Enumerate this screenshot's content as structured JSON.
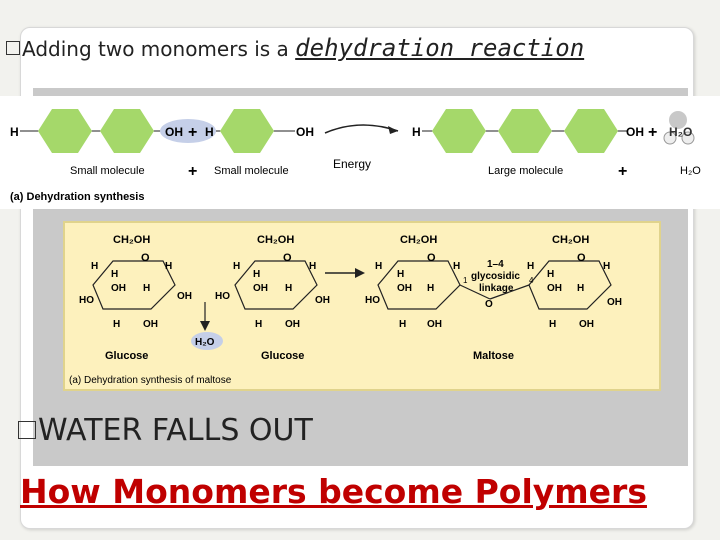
{
  "bullet1": {
    "marker": "",
    "text": "Adding two monomers is a ",
    "emphasis": "dehydration reaction"
  },
  "fig1": {
    "H": "H",
    "OH": "OH",
    "plus": "+",
    "H2O": "H₂O",
    "energy": "Energy",
    "small1": "Small molecule",
    "small2": "Small molecule",
    "large": "Large molecule",
    "caption": "(a) Dehydration synthesis"
  },
  "fig2": {
    "CH2OH": "CH₂OH",
    "H": "H",
    "OH": "OH",
    "HO": "HO",
    "O": "O",
    "H2O": "H₂O",
    "glucose": "Glucose",
    "maltose": "Maltose",
    "link1": "1–4",
    "link2": "glycosidic",
    "link3": "linkage",
    "one": "1",
    "four": "4",
    "caption": "(a) Dehydration synthesis of maltose"
  },
  "bullet2": {
    "text": "WATER FALLS OUT"
  },
  "title": "How Monomers become Polymers",
  "colors": {
    "hexagon": "#a5d86a",
    "title": "#c00000",
    "fig2_bg": "#fdf1bd"
  }
}
